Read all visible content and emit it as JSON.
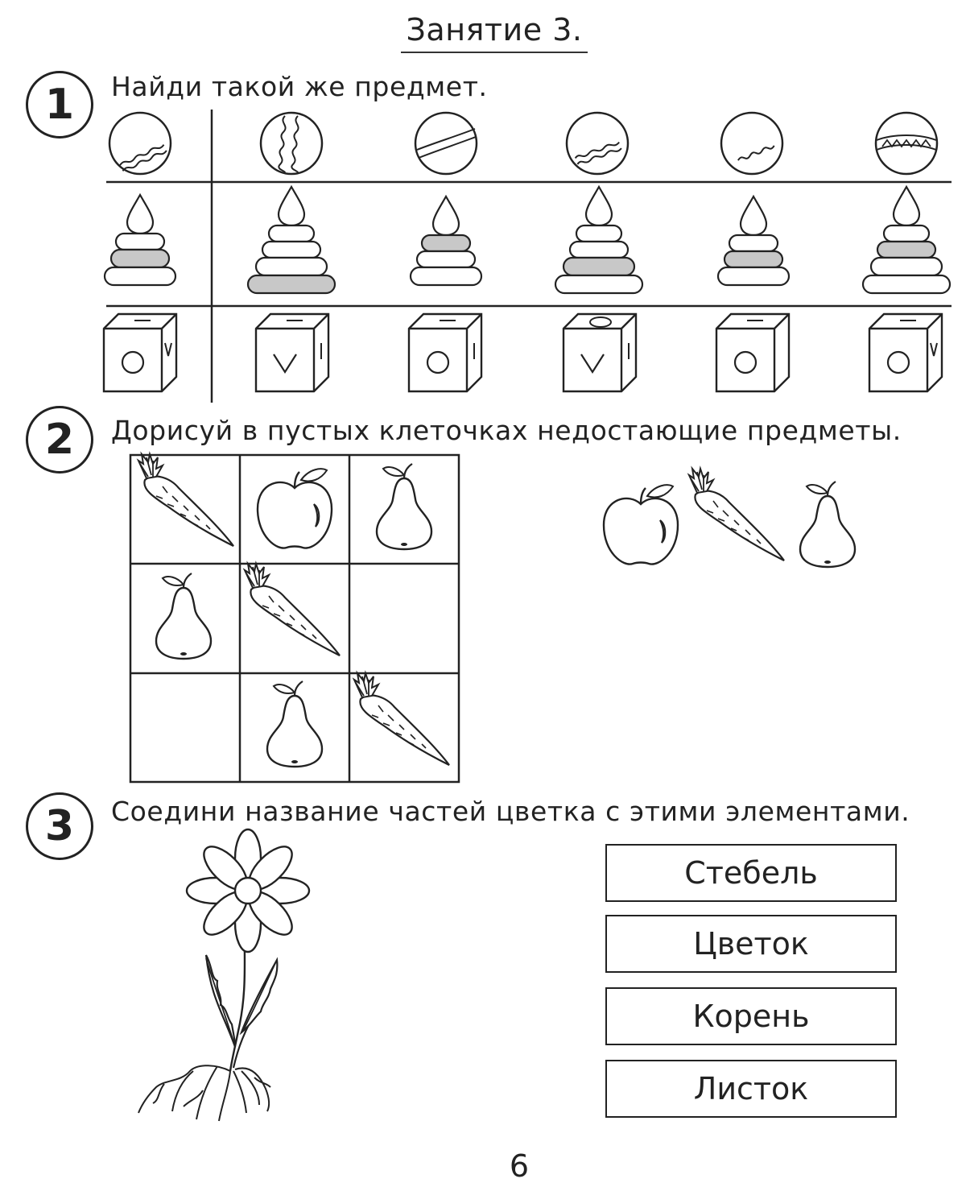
{
  "page_title": "Занятие 3.",
  "tasks": [
    {
      "number": "1",
      "text": "Найди такой же предмет."
    },
    {
      "number": "2",
      "text": "Дорисуй в пустых клеточках недостающие предметы."
    },
    {
      "number": "3",
      "text": "Соедини название частей цветка с этими элементами."
    }
  ],
  "task1": {
    "rows": [
      "ball-icon",
      "pyramid-toy-icon",
      "cube-icon"
    ]
  },
  "task2": {
    "grid": [
      [
        "carrot-icon",
        "apple-icon",
        "pear-icon"
      ],
      [
        "pear-icon",
        "carrot-icon",
        "empty-cell"
      ],
      [
        "empty-cell",
        "pear-icon",
        "carrot-icon"
      ]
    ],
    "options": [
      "apple-icon",
      "carrot-icon",
      "pear-icon"
    ]
  },
  "task3": {
    "labels": [
      "Стебель",
      "Цветок",
      "Корень",
      "Листок"
    ],
    "picture": "flower-icon"
  },
  "page_number": "6",
  "colors": {
    "ink": "#222222",
    "shade": "#c8c8c8",
    "paper": "#ffffff"
  }
}
